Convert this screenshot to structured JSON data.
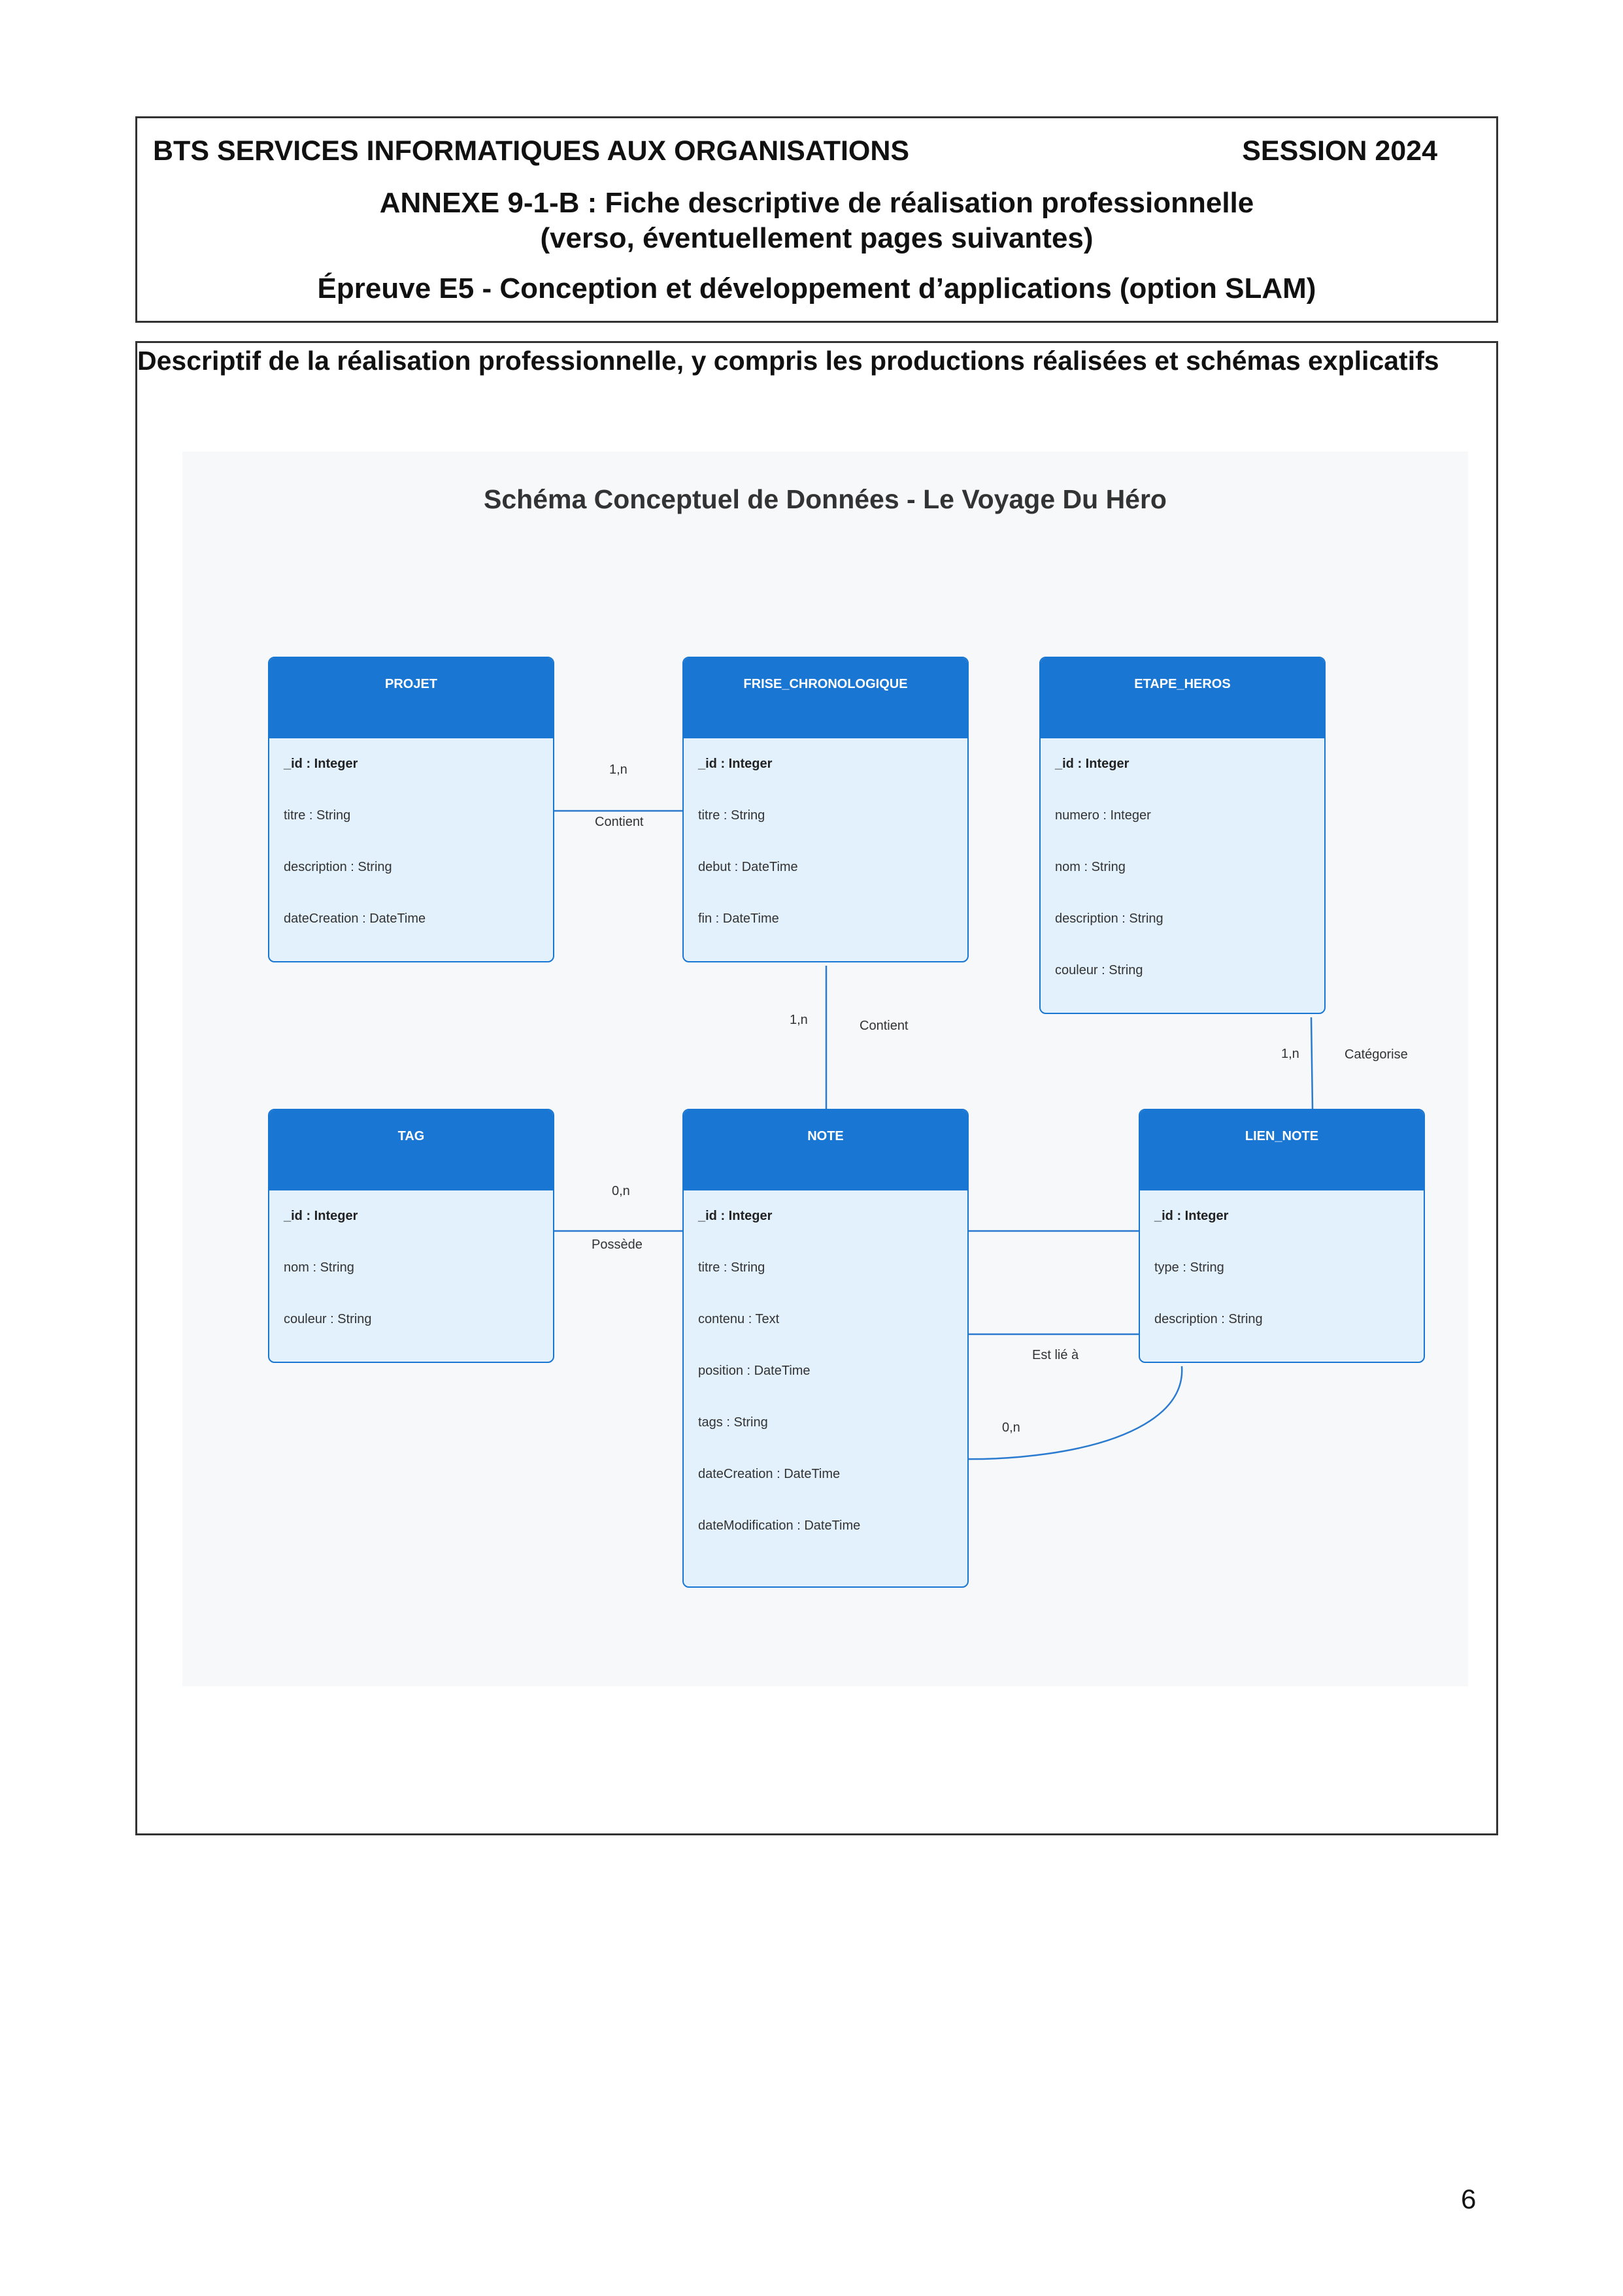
{
  "header": {
    "program": "BTS SERVICES INFORMATIQUES AUX ORGANISATIONS",
    "session": "SESSION 2024",
    "annexe_line1": "ANNEXE 9-1-B : Fiche descriptive de réalisation professionnelle",
    "annexe_line2": "(verso, éventuellement pages suivantes)",
    "epreuve": "Épreuve E5 - Conception et développement d’applications (option SLAM)"
  },
  "section": {
    "title": "Descriptif de la réalisation professionnelle, y compris les productions réalisées et schémas explicatifs"
  },
  "diagram": {
    "title": "Schéma Conceptuel de Données - Le Voyage Du Héro",
    "entities": [
      {
        "name": "PROJET",
        "attributes": [
          "_id : Integer",
          "titre : String",
          "description : String",
          "dateCreation : DateTime"
        ]
      },
      {
        "name": "FRISE_CHRONOLOGIQUE",
        "attributes": [
          "_id : Integer",
          "titre : String",
          "debut : DateTime",
          "fin : DateTime"
        ]
      },
      {
        "name": "ETAPE_HEROS",
        "attributes": [
          "_id : Integer",
          "numero : Integer",
          "nom : String",
          "description : String",
          "couleur : String"
        ]
      },
      {
        "name": "TAG",
        "attributes": [
          "_id : Integer",
          "nom : String",
          "couleur : String"
        ]
      },
      {
        "name": "NOTE",
        "attributes": [
          "_id : Integer",
          "titre : String",
          "contenu : Text",
          "position : DateTime",
          "tags : String",
          "dateCreation : DateTime",
          "dateModification : DateTime"
        ]
      },
      {
        "name": "LIEN_NOTE",
        "attributes": [
          "_id : Integer",
          "type : String",
          "description : String"
        ]
      }
    ],
    "relations": [
      {
        "cardinality": "1,n",
        "label": "Contient"
      },
      {
        "cardinality": "1,n",
        "label": "Contient"
      },
      {
        "cardinality": "1,n",
        "label": "Catégorise"
      },
      {
        "cardinality": "0,n",
        "label": "Possède"
      },
      {
        "cardinality": "0,n",
        "label": "Est lié à"
      }
    ]
  },
  "page_number": "6"
}
